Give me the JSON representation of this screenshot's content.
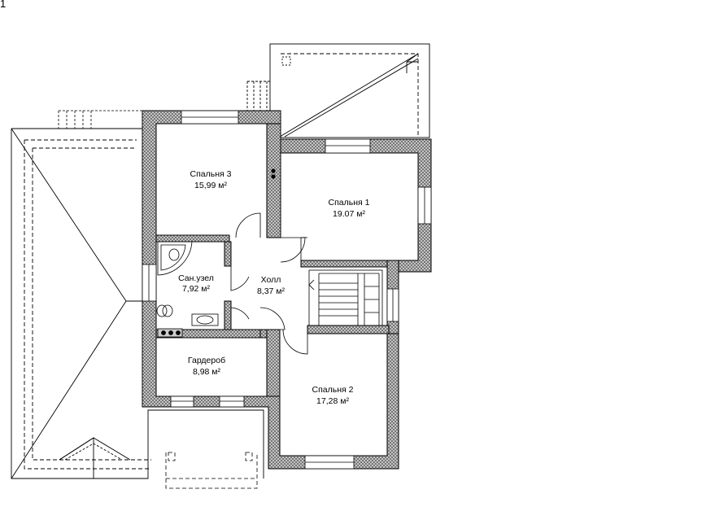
{
  "page_mark": "1",
  "colors": {
    "wall_fill": "#cfcfcf",
    "line": "#000000",
    "background": "#ffffff"
  },
  "rooms": [
    {
      "id": "bedroom-3",
      "name": "Спальня 3",
      "area": "15,99 м²"
    },
    {
      "id": "bedroom-1",
      "name": "Спальня 1",
      "area": "19.07 м²"
    },
    {
      "id": "bathroom",
      "name": "Сан.узел",
      "area": "7,92 м²"
    },
    {
      "id": "hall",
      "name": "Холл",
      "area": "8,37 м²"
    },
    {
      "id": "wardrobe",
      "name": "Гардероб",
      "area": "8,98 м²"
    },
    {
      "id": "bedroom-2",
      "name": "Спальня 2",
      "area": "17,28 м²"
    }
  ]
}
